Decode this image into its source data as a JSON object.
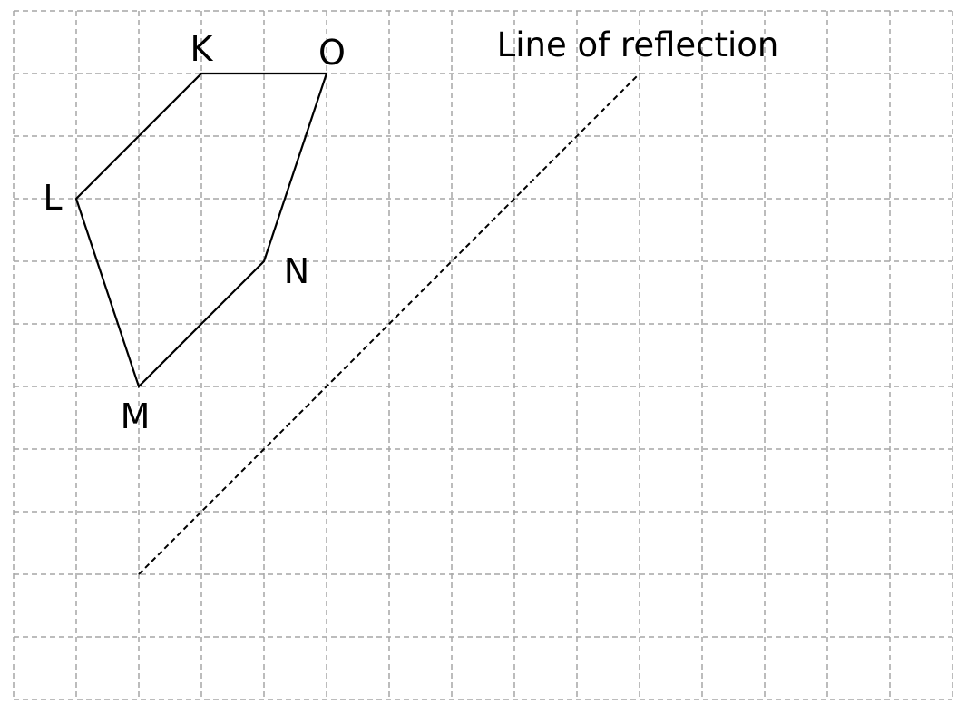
{
  "grid": {
    "columns": 15,
    "rows": 11,
    "line_color": "#a6a6a6"
  },
  "reflection_line": {
    "label": "Line of reflection",
    "from": [
      2,
      2
    ],
    "to": [
      10,
      10
    ]
  },
  "polygon": {
    "vertices": [
      {
        "label": "K",
        "x": 3,
        "y": 10
      },
      {
        "label": "O",
        "x": 5,
        "y": 10
      },
      {
        "label": "N",
        "x": 4,
        "y": 7
      },
      {
        "label": "M",
        "x": 2,
        "y": 5
      },
      {
        "label": "L",
        "x": 1,
        "y": 8
      }
    ]
  }
}
